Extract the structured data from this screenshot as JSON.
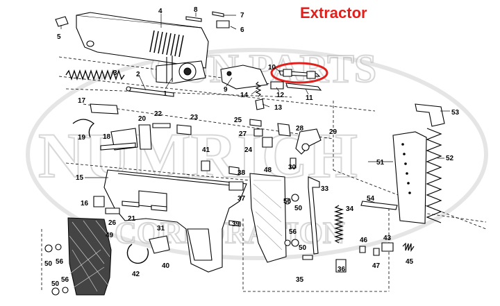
{
  "title": "Extractor",
  "accent_color": "#e0201c",
  "watermark": {
    "top": "GUN PARTS",
    "middle": "NUMRICH",
    "bottom": "CORPORATION"
  },
  "part_numbers": [
    "1",
    "2",
    "3",
    "4",
    "5",
    "6",
    "7",
    "8",
    "9",
    "10",
    "11",
    "12",
    "13",
    "14",
    "15",
    "16",
    "17",
    "18",
    "19",
    "20",
    "21",
    "22",
    "23",
    "24",
    "25",
    "26",
    "27",
    "28",
    "29",
    "30",
    "31",
    "33",
    "34",
    "35",
    "36",
    "37",
    "38",
    "39",
    "40",
    "41",
    "42",
    "43",
    "45",
    "46",
    "47",
    "48",
    "49",
    "50",
    "51",
    "52",
    "53",
    "54",
    "56"
  ],
  "labels": {
    "p1": "1",
    "p2": "2",
    "p3": "3",
    "p4": "4",
    "p5": "5",
    "p6": "6",
    "p7": "7",
    "p8": "8",
    "p9": "9",
    "p10": "10",
    "p11": "11",
    "p12": "12",
    "p13": "13",
    "p14": "14",
    "p15": "15",
    "p16": "16",
    "p17": "17",
    "p18": "18",
    "p19": "19",
    "p20": "20",
    "p21": "21",
    "p22": "22",
    "p23": "23",
    "p24": "24",
    "p25": "25",
    "p26": "26",
    "p27": "27",
    "p28": "28",
    "p29": "29",
    "p30": "30",
    "p31": "31",
    "p33": "33",
    "p34": "34",
    "p35": "35",
    "p36": "36",
    "p37": "37",
    "p38": "38",
    "p39": "39",
    "p40": "40",
    "p41": "41",
    "p42": "42",
    "p43": "43",
    "p45": "45",
    "p46": "46",
    "p47": "47",
    "p48": "48",
    "p49": "49",
    "p50a": "50",
    "p50b": "50",
    "p50c": "50",
    "p50d": "50",
    "p51": "51",
    "p52": "52",
    "p53": "53",
    "p54": "54",
    "p56a": "56",
    "p56b": "56",
    "p56c": "56",
    "p56d": "56"
  }
}
